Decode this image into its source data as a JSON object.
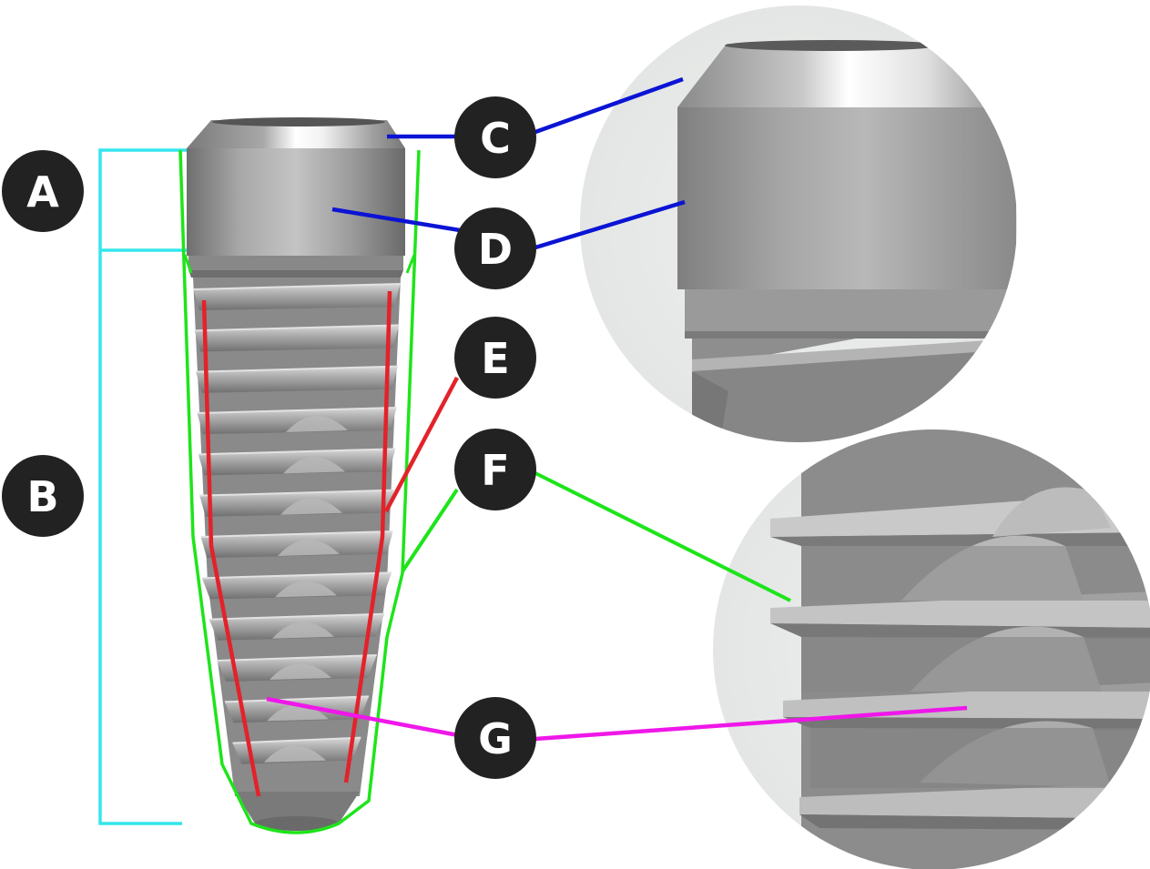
{
  "labels": {
    "a": "A",
    "b": "B",
    "c": "C",
    "d": "D",
    "e": "E",
    "f": "F",
    "g": "G"
  },
  "colors": {
    "bracket": "#33e6ec",
    "blue_leader": "#0b14d4",
    "red_leader": "#e3222a",
    "green_leader": "#1ee41a",
    "magenta_leader": "#ef17e9",
    "label_circle": "#222222",
    "label_text": "#ffffff",
    "metal_light": "#bdbdbd",
    "metal_mid": "#9a9a9a",
    "metal_dark": "#6a6a6a",
    "magnifier_bg": "#e9ebea"
  },
  "icons": {
    "label_marker": "black-circle-letter",
    "magnifier": "circular-zoom-inset"
  }
}
